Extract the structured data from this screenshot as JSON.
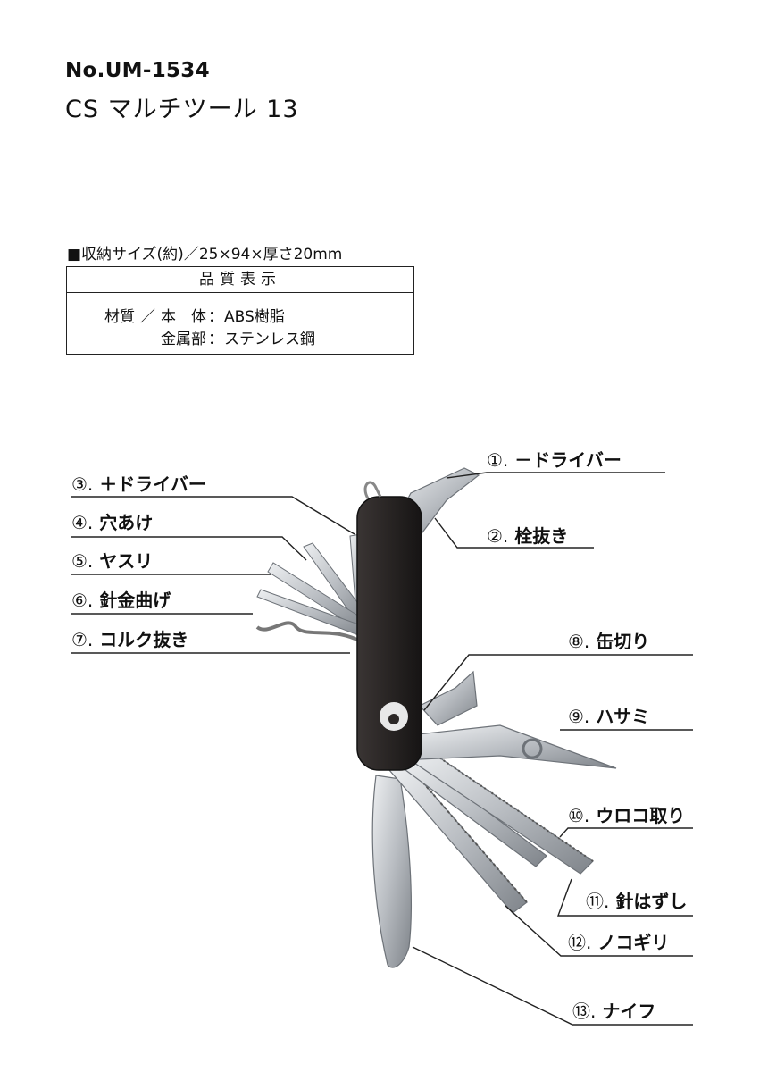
{
  "header": {
    "model_number": "No.UM-1534",
    "product_name": "CS マルチツール 13"
  },
  "size_note": "■収納サイズ(約)／25×94×厚さ20mm",
  "quality_table": {
    "title": "品質表示",
    "rows": [
      {
        "key": "材質",
        "key_sep": "／",
        "key_tail_a": "本",
        "key_tail_b": "体",
        "sep": "：",
        "value": "ABS樹脂"
      },
      {
        "key": "金属部",
        "sep": "：",
        "value": "ステンレス鋼"
      }
    ]
  },
  "callouts": [
    {
      "number": "①.",
      "label": "－ドライバー"
    },
    {
      "number": "②.",
      "label": "栓抜き"
    },
    {
      "number": "③.",
      "label": "＋ドライバー"
    },
    {
      "number": "④.",
      "label": "穴あけ"
    },
    {
      "number": "⑤.",
      "label": "ヤスリ"
    },
    {
      "number": "⑥.",
      "label": "針金曲げ"
    },
    {
      "number": "⑦.",
      "label": "コルク抜き"
    },
    {
      "number": "⑧.",
      "label": "缶切り"
    },
    {
      "number": "⑨.",
      "label": "ハサミ"
    },
    {
      "number": "⑩.",
      "label": "ウロコ取り"
    },
    {
      "number": "⑪.",
      "label": "針はずし"
    },
    {
      "number": "⑫.",
      "label": "ノコギリ"
    },
    {
      "number": "⑬.",
      "label": "ナイフ"
    }
  ],
  "colors": {
    "text": "#111111",
    "handle": "#2b2726",
    "steel": "#c9ccd0",
    "steel_dark": "#8d9196",
    "leader_line": "#222222"
  }
}
